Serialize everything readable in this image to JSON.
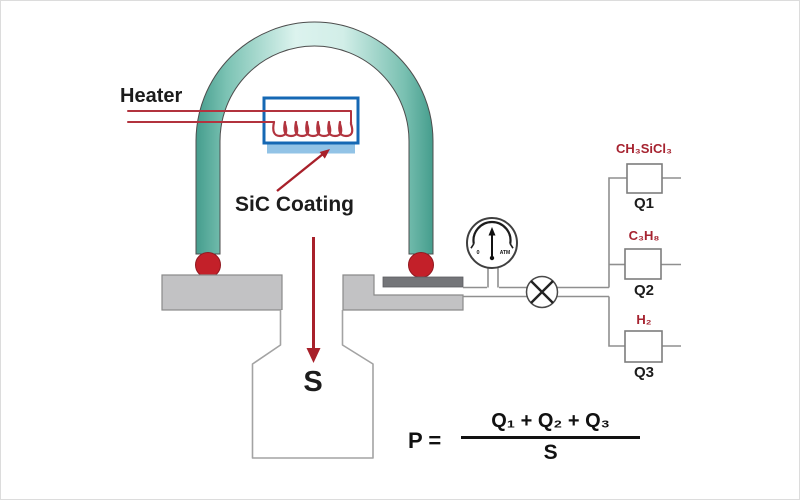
{
  "diagram": {
    "labels": {
      "heater": "Heater",
      "sic_coating": "SiC Coating",
      "substrate": "S"
    },
    "gauge": {
      "zero": "0",
      "unit": "ATM"
    },
    "gas_lines": [
      {
        "chemical": "CH₃SiCl₃",
        "flow": "Q1"
      },
      {
        "chemical": "C₃H₈",
        "flow": "Q2"
      },
      {
        "chemical": "H₂",
        "flow": "Q3"
      }
    ],
    "formula": {
      "lhs": "P =",
      "numerator": "Q₁ + Q₂ + Q₃",
      "denominator": "S"
    },
    "colors": {
      "tube_teal_dark": "#4ba092",
      "tube_teal_light": "#d9f1ec",
      "heater_box_blue": "#1568b4",
      "coating_blue": "#92c3e6",
      "wire_red": "#b2333e",
      "arrow_red": "#a8202a",
      "ball_red": "#c32029",
      "chem_red": "#a62330",
      "flange_gray": "#c2c2c4",
      "dark_bar_gray": "#747579",
      "line_gray": "#8f8f8f"
    }
  }
}
